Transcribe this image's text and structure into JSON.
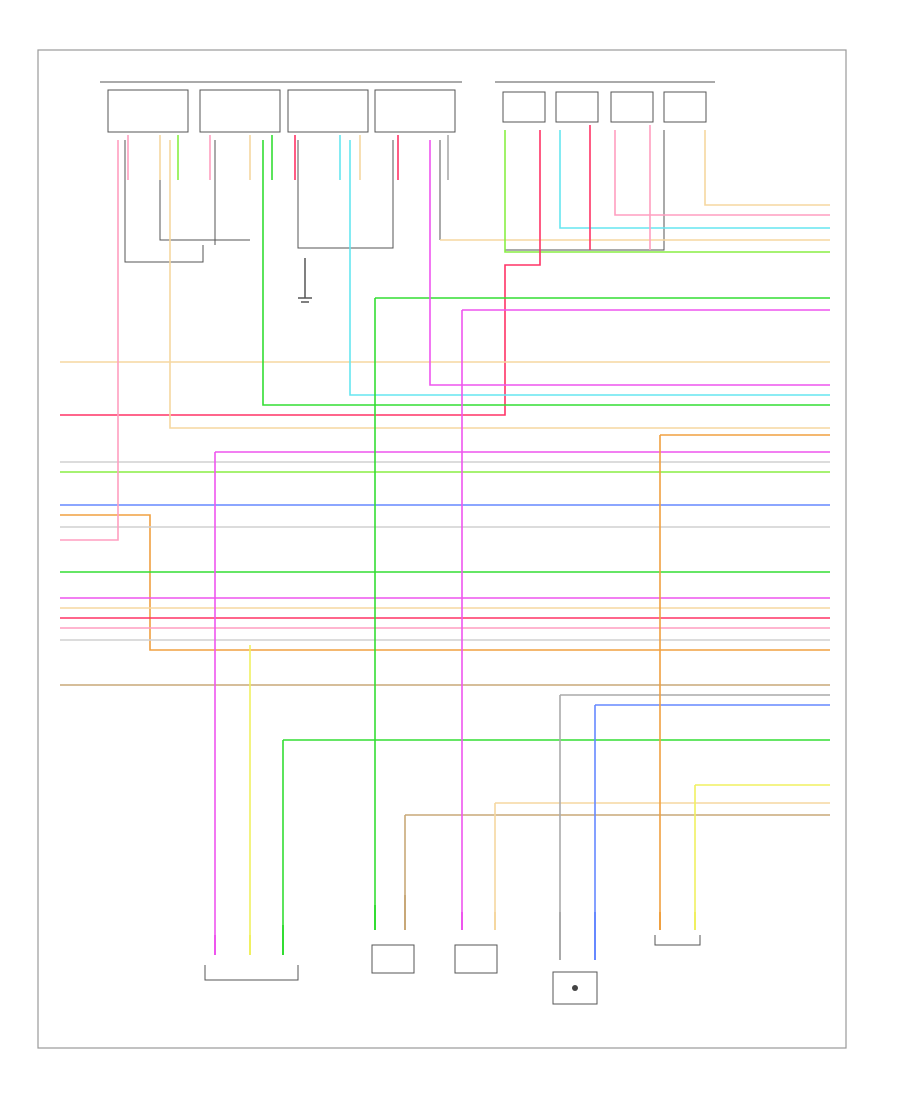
{
  "diagram": {
    "page_ref": "",
    "top_left_header": "",
    "top_right_header": "",
    "splice_label": "",
    "left_connector_notes": "",
    "ground_label": "",
    "bottom_components": [
      {
        "id": "left-module",
        "label": ""
      },
      {
        "id": "sensor-a",
        "label": ""
      },
      {
        "id": "sensor-b",
        "label": ""
      },
      {
        "id": "sensor-c",
        "label": ""
      },
      {
        "id": "right-module",
        "label": ""
      }
    ],
    "wire_colors": {
      "tan": "#f5d7a0",
      "pink": "#ff9ec0",
      "red": "#ff3366",
      "green": "#33dd33",
      "lightgreen": "#88ee44",
      "blue": "#6688ff",
      "lightblue": "#66e6f0",
      "violet": "#ee55ee",
      "orange": "#f0a040",
      "yellow": "#f0f060",
      "white": "#d0d0d0",
      "gray": "#aaaaaa",
      "brown": "#c8a878",
      "darkgray": "#666666"
    }
  }
}
